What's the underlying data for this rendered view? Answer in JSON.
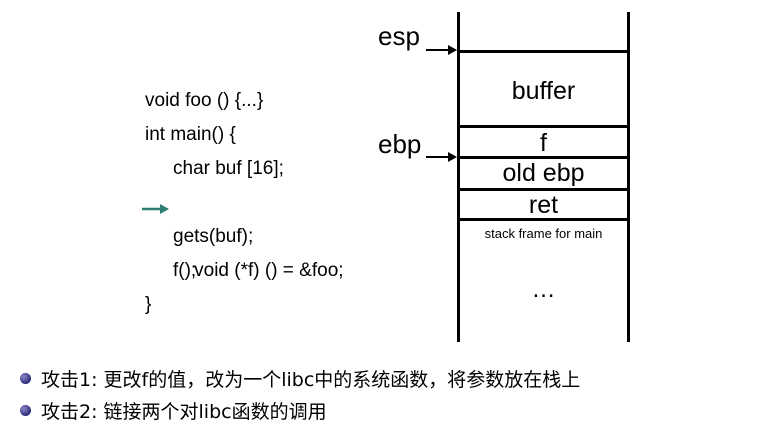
{
  "code": {
    "lines": [
      "void foo () {...}",
      "int main() {",
      "char buf [16];",
      "void (*f) () = &foo;",
      "gets(buf);",
      "f();",
      "}"
    ]
  },
  "registers": {
    "esp": "esp",
    "ebp": "ebp"
  },
  "stack": {
    "buffer": "buffer",
    "f": "f",
    "old_ebp": "old ebp",
    "ret": "ret",
    "main_frame": "stack frame for main",
    "ellipsis": "…"
  },
  "bullets": [
    "攻击1: 更改f的值，改为一个libc中的系统函数，将参数放在栈上",
    "攻击2: 链接两个对libc函数的调用"
  ],
  "colors": {
    "arrow_teal": "#2e7d72",
    "squiggle": "#d23a3a",
    "bullet": "#2d2a7a"
  }
}
